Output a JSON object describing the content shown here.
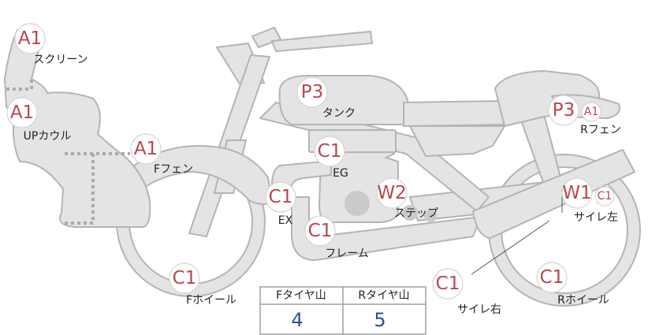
{
  "parts": [
    {
      "id": "screen",
      "badges": [
        "A1"
      ],
      "label": "スクリーン"
    },
    {
      "id": "upcowl",
      "badges": [
        "A1"
      ],
      "label": "UPカウル"
    },
    {
      "id": "ffender",
      "badges": [
        "A1"
      ],
      "label": "Fフェン"
    },
    {
      "id": "tank",
      "badges": [
        "P3"
      ],
      "label": "タンク"
    },
    {
      "id": "rfender",
      "badges": [
        "P3",
        "A1"
      ],
      "label": "Rフェン"
    },
    {
      "id": "eg",
      "badges": [
        "C1"
      ],
      "label": "EG"
    },
    {
      "id": "ex",
      "badges": [
        "C1"
      ],
      "label": "EX"
    },
    {
      "id": "step",
      "badges": [
        "W2"
      ],
      "label": "ステップ"
    },
    {
      "id": "silencer-l",
      "badges": [
        "W1",
        "C1"
      ],
      "label": "サイレ左"
    },
    {
      "id": "frame",
      "badges": [
        "C1"
      ],
      "label": "フレーム"
    },
    {
      "id": "silencer-r",
      "badges": [
        "C1"
      ],
      "label": "サイレ右"
    },
    {
      "id": "fwheel",
      "badges": [
        "C1"
      ],
      "label": "Fホイール"
    },
    {
      "id": "rwheel",
      "badges": [
        "C1"
      ],
      "label": "Rホイール"
    }
  ],
  "tread_table": {
    "headers": [
      "Fタイヤ山",
      "Rタイヤ山"
    ],
    "values": [
      "4",
      "5"
    ]
  },
  "colors": {
    "badge_text": "#b8474d",
    "table_value": "#2d4f9a",
    "part_fill": "#e4e4e4",
    "part_outline": "#b4b4b4"
  }
}
